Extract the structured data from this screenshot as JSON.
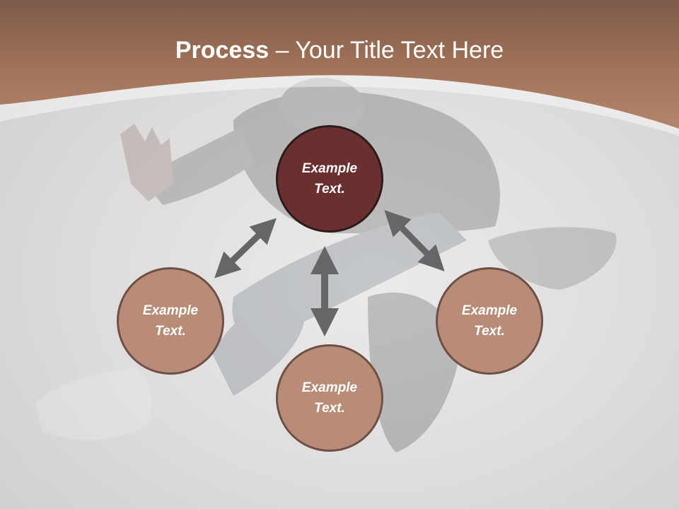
{
  "title": {
    "bold": "Process",
    "rest": " – Your Title Text Here"
  },
  "nodes": {
    "top": "Example\nText.",
    "left": "Example\nText.",
    "right": "Example\nText.",
    "bottom": "Example\nText."
  },
  "colors": {
    "header": "#a97a62",
    "primary_node": "#6b2f2f",
    "secondary_node": "#b88c76",
    "arrow": "#666666"
  }
}
